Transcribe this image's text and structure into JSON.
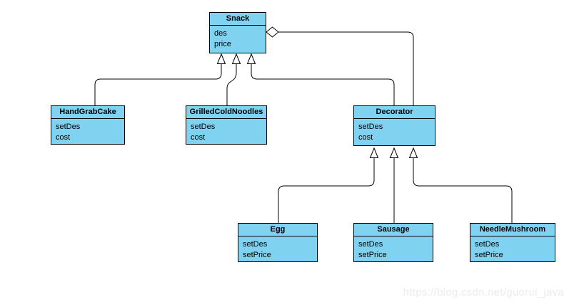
{
  "classes": {
    "snack": {
      "name": "Snack",
      "attrs": [
        "des",
        "price"
      ]
    },
    "handGrabCake": {
      "name": "HandGrabCake",
      "attrs": [
        "setDes",
        "cost"
      ]
    },
    "grilledColdNoodles": {
      "name": "GrilledColdNoodles",
      "attrs": [
        "setDes",
        "cost"
      ]
    },
    "decorator": {
      "name": "Decorator",
      "attrs": [
        "setDes",
        "cost"
      ]
    },
    "egg": {
      "name": "Egg",
      "attrs": [
        "setDes",
        "setPrice"
      ]
    },
    "sausage": {
      "name": "Sausage",
      "attrs": [
        "setDes",
        "setPrice"
      ]
    },
    "needleMushroom": {
      "name": "NeedleMushroom",
      "attrs": [
        "setDes",
        "setPrice"
      ]
    }
  },
  "relations": {
    "inheritance": [
      {
        "from": "HandGrabCake",
        "to": "Snack"
      },
      {
        "from": "GrilledColdNoodles",
        "to": "Snack"
      },
      {
        "from": "Decorator",
        "to": "Snack"
      },
      {
        "from": "Egg",
        "to": "Decorator"
      },
      {
        "from": "Sausage",
        "to": "Decorator"
      },
      {
        "from": "NeedleMushroom",
        "to": "Decorator"
      }
    ],
    "aggregation": [
      {
        "from": "Decorator",
        "to": "Snack"
      }
    ]
  },
  "colors": {
    "box_fill": "#7FD3F0",
    "box_stroke": "#000000",
    "connector": "#000000",
    "watermark_text": "#EBEBEB",
    "background": "#FFFFFF"
  },
  "watermark": {
    "text": "https://blog.csdn.net/guorui_java"
  }
}
